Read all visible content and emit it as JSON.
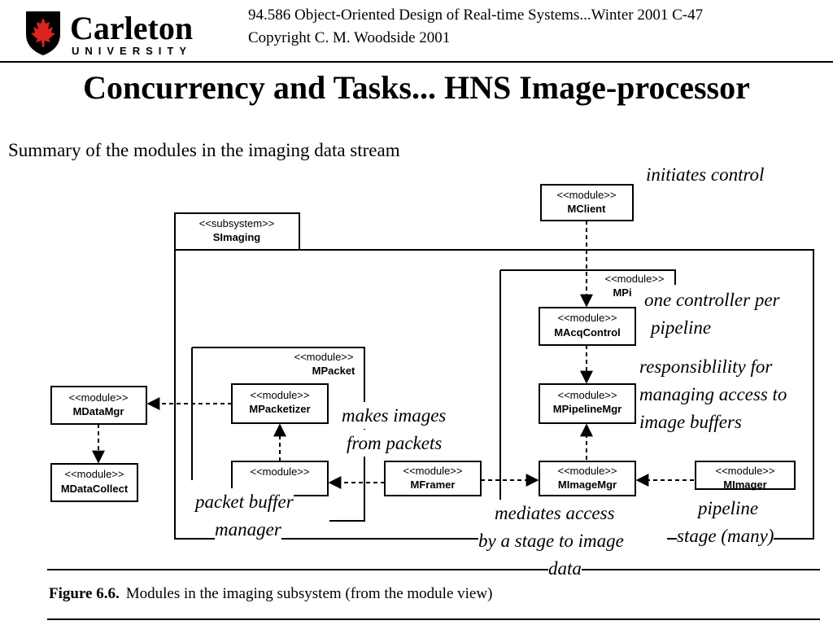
{
  "logo": {
    "name": "Carleton",
    "sub": "UNIVERSITY"
  },
  "header": {
    "course": "94.586  Object-Oriented Design of Real-time Systems...Winter 2001   C-47",
    "copyright": "Copyright C. M. Woodside  2001"
  },
  "title": "Concurrency and Tasks... HNS Image-processor",
  "subtitle": "Summary of  the modules in the imaging data stream",
  "diagram": {
    "subsystem": {
      "stereotype": "<<subsystem>>",
      "name": "SImaging"
    },
    "modules": {
      "mclient": {
        "stereotype": "<<module>>",
        "name": "MClient"
      },
      "mpipeline": {
        "stereotype": "<<module>>",
        "name": "MPi"
      },
      "macqcontrol": {
        "stereotype": "<<module>>",
        "name": "MAcqControl"
      },
      "mpipelinemgr": {
        "stereotype": "<<module>>",
        "name": "MPipelineMgr"
      },
      "mimagemgr": {
        "stereotype": "<<module>>",
        "name": "MImageMgr"
      },
      "mimager": {
        "stereotype": "<<module>>",
        "name": "MImager"
      },
      "mframer": {
        "stereotype": "<<module>>",
        "name": "MFramer"
      },
      "mpacket": {
        "stereotype": "<<module>>",
        "name": "MPacket"
      },
      "mpacketizer": {
        "stereotype": "<<module>>",
        "name": "MPacketizer"
      },
      "mpacketbuffer": {
        "stereotype": "<<module>>",
        "name": ""
      },
      "mdatamgr": {
        "stereotype": "<<module>>",
        "name": "MDataMgr"
      },
      "mdatacollect": {
        "stereotype": "<<module>>",
        "name": "MDataCollect"
      }
    },
    "caption": {
      "figure": "Figure 6.6.",
      "text": "Modules in the imaging subsystem (from the module view)"
    }
  },
  "annotations": {
    "initiates": "initiates control",
    "controller_1": "one controller per",
    "controller_2": "pipeline",
    "responsibility_1": "responsiblility for",
    "responsibility_2": "managing access to",
    "responsibility_3": "image buffers",
    "makes_1": "makes images",
    "makes_2": "from packets",
    "packet_1": "packet buffer",
    "packet_2": "manager",
    "mediates_1": "mediates access",
    "mediates_2": "by a stage to image",
    "mediates_3": "data",
    "stage_1": "pipeline",
    "stage_2": "stage (many)"
  }
}
